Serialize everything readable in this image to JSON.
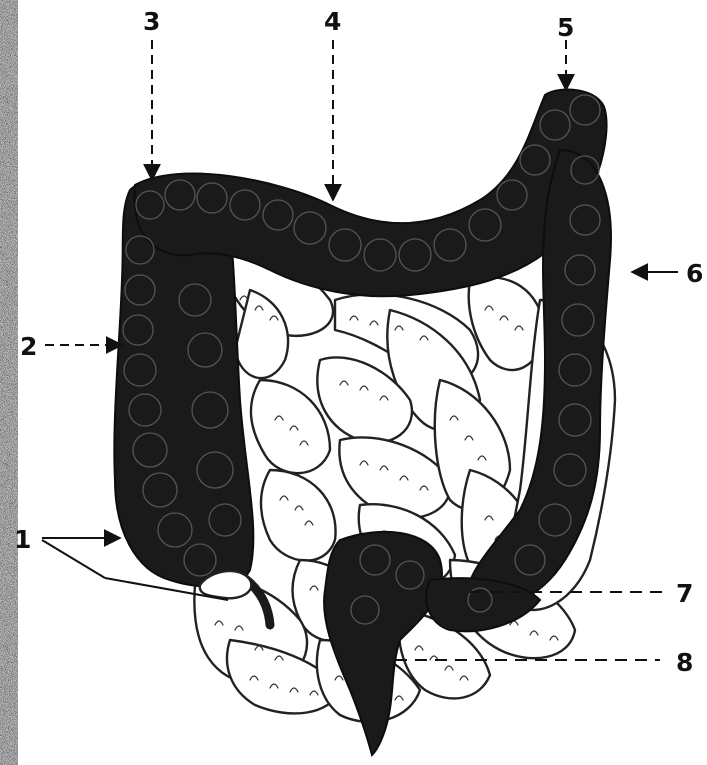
{
  "labels": {
    "l1": "1",
    "l2": "2",
    "l3": "3",
    "l4": "4",
    "l5": "5",
    "l6": "6",
    "l7": "7",
    "l8": "8"
  },
  "colors": {
    "colon_dark": "#1a1a1a",
    "small_intestine_fill": "#ffffff",
    "outline": "#222222",
    "paper_speckle": "#8a8a8a"
  }
}
